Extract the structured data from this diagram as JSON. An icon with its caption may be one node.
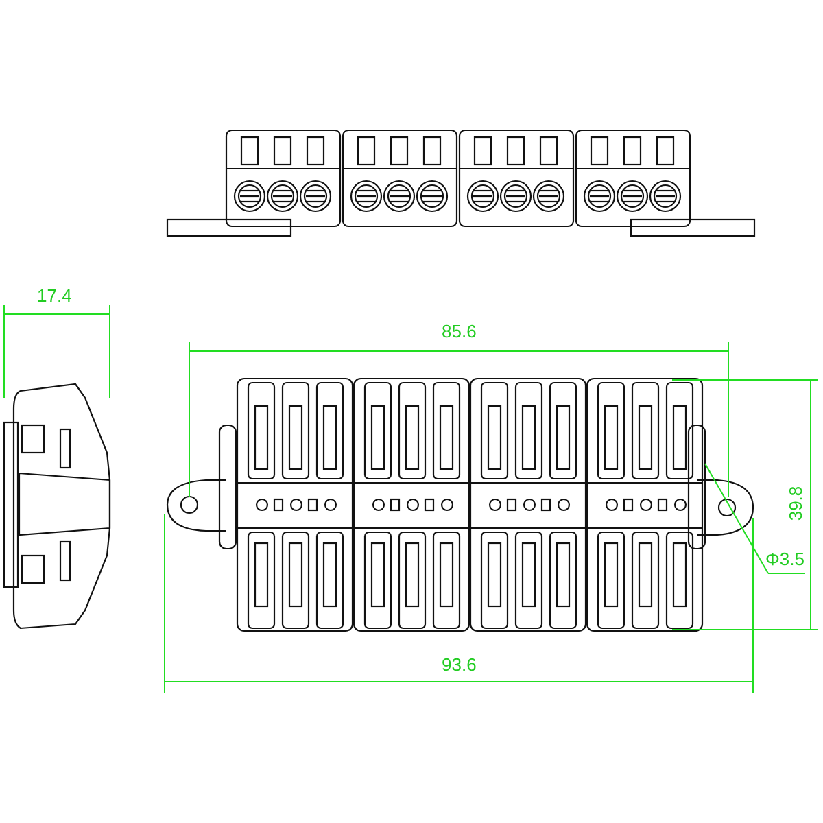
{
  "diagram": {
    "labels": [
      "17.4",
      "85.6",
      "39.8",
      "Φ3.5",
      "93.6"
    ]
  }
}
